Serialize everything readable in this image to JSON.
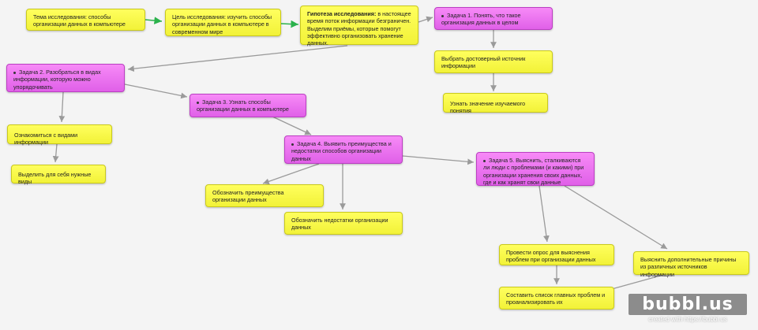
{
  "nodes": {
    "topic": "Тема исследования: способы организации данных в компьютере",
    "goal": "Цель исследования: изучить способы организации данных в компьютере в современном мире",
    "hypothesis_label": "Гипотеза исследования:",
    "hypothesis_text": " в настоящее время поток информации безграничен. Выделим приёмы, которые помогут эффективно организовать хранение данных.",
    "task1": "Задача 1. Понять, что такое организация данных в целом",
    "task1_a": "Выбрать достоверный источник информации",
    "task1_b": "Узнать значение изучаемого понятия",
    "task2": "Задача 2. Разобраться в видах информации, которую можно упорядочивать",
    "task2_a": "Ознакомиться с видами информации",
    "task2_b": "Выделить для себя нужные виды",
    "task3": "Задача 3. Узнать способы организации данных в компьютере",
    "task4": "Задача 4. Выявить преимущества и недостатки способов организации данных",
    "task4_a": "Обозначить преимущества организации данных",
    "task4_b": "Обозначить недостатки организации данных",
    "task5": "Задача 5. Выяснить, сталкиваются ли люди с проблемами (и какими) при организации хранения своих данных, где и как хранят свои данные",
    "task5_a": "Провести опрос для выяснения проблем при организации данных",
    "task5_b": "Выяснить дополнительные причины из различных источников информации",
    "task5_c": "Составить список главных проблем и проанализировать их"
  },
  "colors": {
    "arrow": "#9a9a9a",
    "arrow_green": "#2bb24c",
    "yellow": "#f7f74a",
    "pink": "#e870ee"
  },
  "watermark": {
    "logo": "bubbl.us",
    "credit": "created with https://bubbl.us"
  }
}
